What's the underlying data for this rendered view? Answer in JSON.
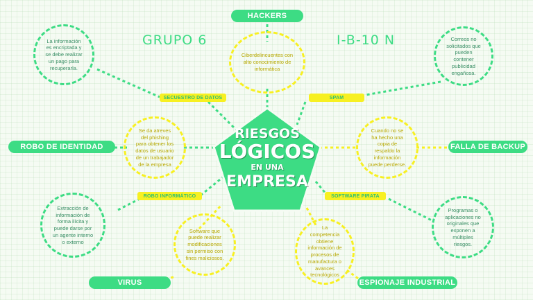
{
  "headers": {
    "left": "GRUPO 6",
    "right": "I-B-10 N"
  },
  "center": {
    "line1": "RIESGOS",
    "line2": "LÓGICOS",
    "line3": "EN UNA",
    "line4": "EMPRESA"
  },
  "colors": {
    "green": "#3ddc84",
    "yellow": "#f7f022",
    "center_fill": "#3ddc84"
  },
  "branches": {
    "hackers": {
      "title": "HACKERS",
      "desc": "Ciberdelincuentes con alto conocimiento de informática"
    },
    "secuestro": {
      "tag": "SECUESTRO DE DATOS",
      "desc": "La información es encriptada y se debe realizar un pago para recuperarla."
    },
    "spam": {
      "tag": "SPAM",
      "desc": "Correos no solicitados que pueden contener publicidad engañosa."
    },
    "identidad": {
      "title": "ROBO DE IDENTIDAD",
      "desc": "Se da atreves del phishing para obtener los datos de usuario de un trabajador de la empresa"
    },
    "backup": {
      "title": "FALLA DE BACKUP",
      "desc": "Cuando no se ha hecho una copia de respaldo la información puede perderse."
    },
    "robo_info": {
      "tag": "ROBO INFORMÁTICO",
      "desc": "Extracción de información de forma ilícita y puede darse por un agente interno o externo"
    },
    "pirata": {
      "tag": "SOFTWARE PIRATA",
      "desc": "Programas o aplicaciones no originales que exponen a múltiples riesgos."
    },
    "virus": {
      "title": "VIRUS",
      "desc": "Software que puede realizar modificaciones sin permiso con fines maliciosos."
    },
    "espionaje": {
      "title": "ESPIONAJE INDUSTRIAL",
      "desc": "La competencia obtiene información de procesos de manufactura o avances tecnológicos"
    }
  }
}
